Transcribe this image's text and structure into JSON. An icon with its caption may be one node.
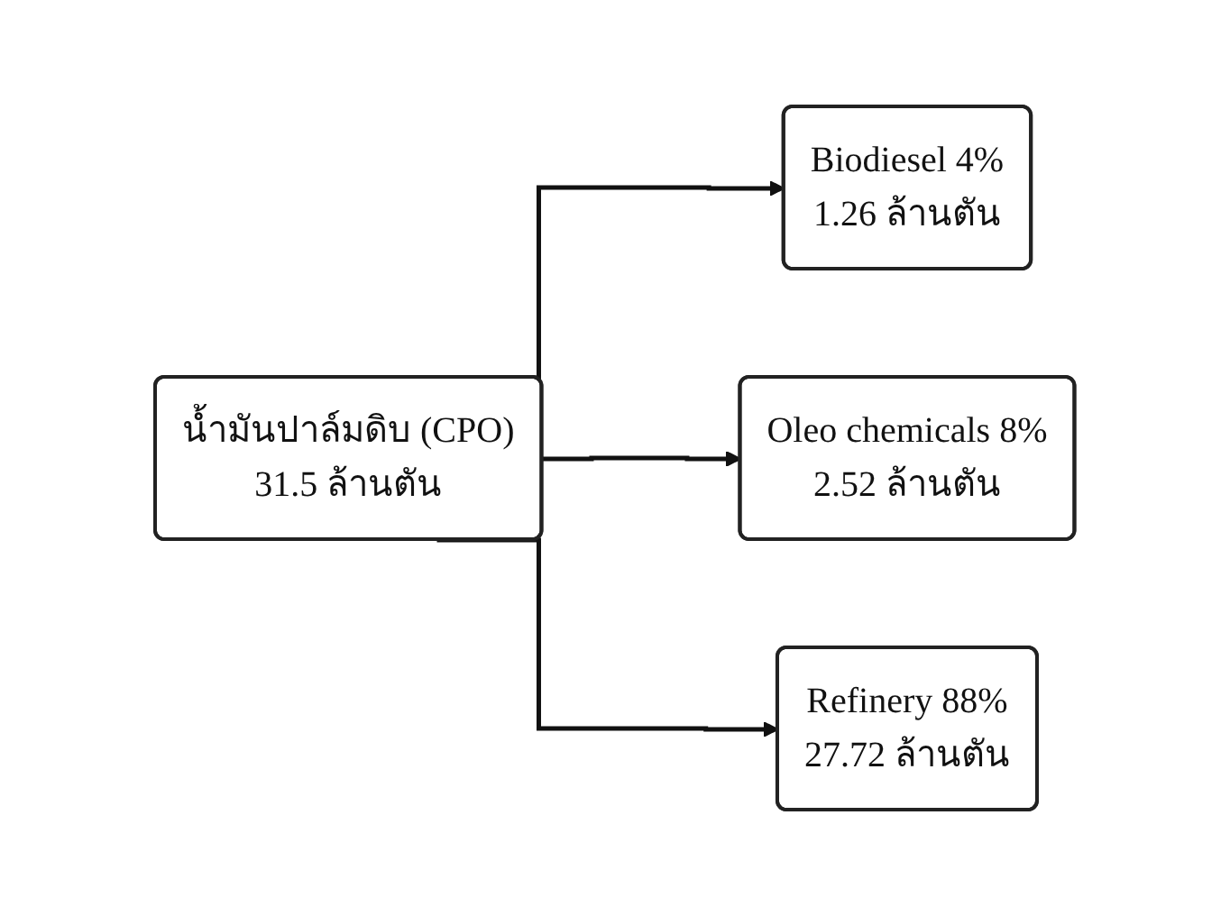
{
  "diagram": {
    "nodes": [
      {
        "text": [
          "น้ำมันปาล์มดิบ (CPO)",
          "31.5 ล้านตัน"
        ]
      },
      {
        "text": [
          "Biodiesel 4%",
          "1.26 ล้านตัน"
        ]
      },
      {
        "text": [
          "Oleo chemicals 8%",
          "2.52 ล้านตัน"
        ]
      },
      {
        "text": [
          "Refinery 88%",
          "27.72 ล้านตัน"
        ]
      }
    ],
    "edges": [
      {
        "from": 0,
        "to": 1,
        "arrow": "to"
      },
      {
        "from": 0,
        "to": 2,
        "arrow": "to"
      },
      {
        "from": 0,
        "to": 3,
        "arrow": "to"
      }
    ]
  }
}
